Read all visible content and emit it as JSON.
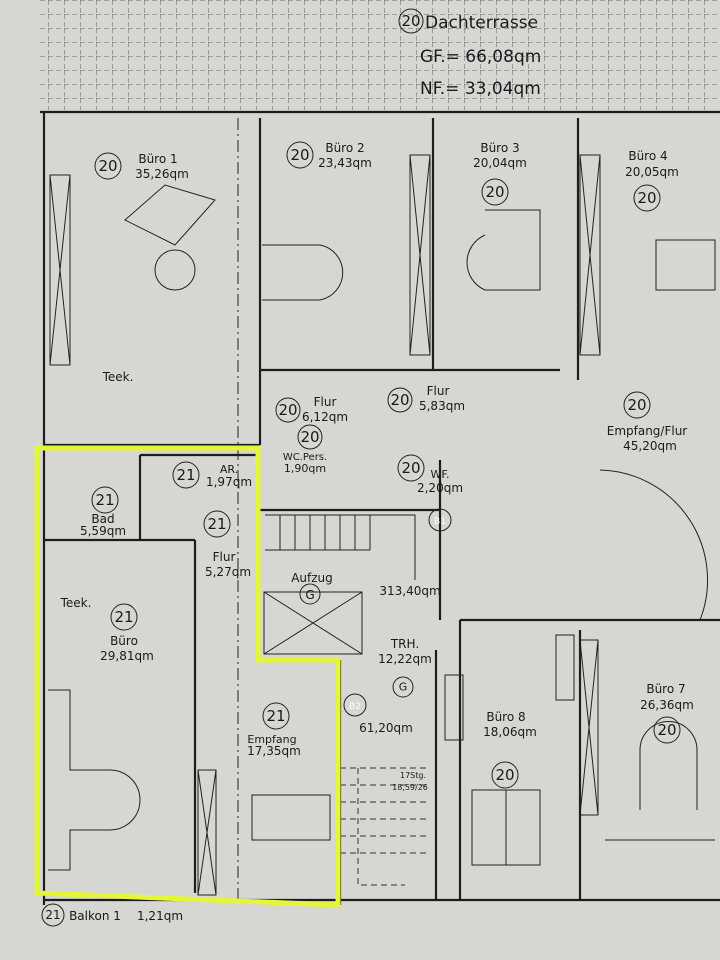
{
  "terrace": {
    "number": "20",
    "name": "Dachterrasse",
    "gf": "GF.= 66,08qm",
    "nf": "NF.= 33,04qm"
  },
  "rooms": {
    "buero1": {
      "number": "20",
      "name": "Büro 1",
      "area": "35,26qm"
    },
    "buero2": {
      "number": "20",
      "name": "Büro 2",
      "area": "23,43qm"
    },
    "buero3": {
      "number": "20",
      "name": "Büro 3",
      "area": "20,04qm"
    },
    "buero4": {
      "number": "20",
      "name": "Büro 4",
      "area": "20,05qm"
    },
    "teek_top": {
      "name": "Teek."
    },
    "flur_a": {
      "number": "20",
      "name": "Flur",
      "area": "6,12qm"
    },
    "flur_b": {
      "number": "20",
      "name": "Flur",
      "area": "5,83qm"
    },
    "empfang_flur": {
      "number": "20",
      "name": "Empfang/Flur",
      "area": "45,20qm"
    },
    "wc_pers": {
      "number": "20",
      "name": "WC.Pers.",
      "area": "1,90qm"
    },
    "wf": {
      "number": "20",
      "name": "WF.",
      "area": "2,20qm"
    },
    "ar": {
      "number": "21",
      "name": "AR.",
      "area": "1,97qm"
    },
    "bad": {
      "number": "21",
      "name": "Bad",
      "area": "5,59qm"
    },
    "flur_c": {
      "number": "21",
      "name": "Flur",
      "area": "5,27qm"
    },
    "aufzug": {
      "name": "Aufzug",
      "symbol": "G"
    },
    "stair_area": {
      "area": "313,40qm"
    },
    "teek_bottom": {
      "name": "Teek."
    },
    "buero21": {
      "number": "21",
      "name": "Büro",
      "area": "29,81qm"
    },
    "trh": {
      "name": "TRH.",
      "area": "12,22qm",
      "symbol": "G"
    },
    "empfang": {
      "number": "21",
      "name": "Empfang",
      "area": "17,35qm"
    },
    "trh_area2": {
      "area": "61,20qm"
    },
    "stairs": {
      "steps": "17Stg.",
      "ratio": "18,59/26"
    },
    "buero8": {
      "number": "20",
      "name": "Büro 8",
      "area": "18,06qm"
    },
    "buero7": {
      "number": "20",
      "name": "Büro 7",
      "area": "26,36qm"
    },
    "balkon": {
      "number": "21",
      "name": "Balkon 1",
      "area": "1,21qm"
    }
  },
  "markers": {
    "b1": "B1",
    "b2": "B2"
  },
  "colors": {
    "paper": "#d6d6d3",
    "highlight": "#e4f53a",
    "ink": "#1d1d1d"
  }
}
